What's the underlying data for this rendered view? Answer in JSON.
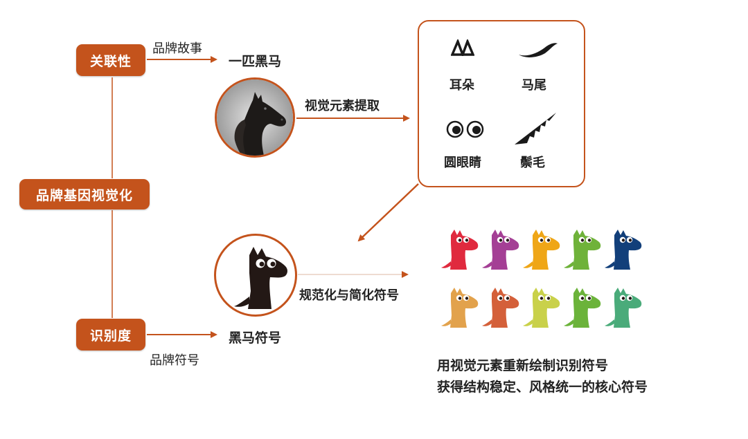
{
  "nodes": {
    "relevance": "关联性",
    "brand_gene": "品牌基因视觉化",
    "recognizability": "识别度",
    "black_horse": "一匹黑马",
    "black_horse_symbol": "黑马符号"
  },
  "edges": {
    "brand_story": "品牌故事",
    "brand_symbol": "品牌符号",
    "extract": "视觉元素提取",
    "normalize": "规范化与简化符号"
  },
  "elements": [
    {
      "label": "耳朵",
      "icon": "ears-icon"
    },
    {
      "label": "马尾",
      "icon": "horse-tail-icon"
    },
    {
      "label": "圆眼睛",
      "icon": "round-eyes-icon"
    },
    {
      "label": "鬃毛",
      "icon": "mane-icon"
    }
  ],
  "captions": [
    "用视觉元素重新绘制识别符号",
    "获得结构稳定、风格统一的核心符号"
  ],
  "colors": {
    "accent": "#c4531c",
    "variants": [
      "#e02a3e",
      "#a43f95",
      "#efa617",
      "#6fb23a",
      "#123f7a",
      "#e2a24c",
      "#d4603a",
      "#c9d14a",
      "#6bb33a",
      "#4aab7a"
    ]
  }
}
